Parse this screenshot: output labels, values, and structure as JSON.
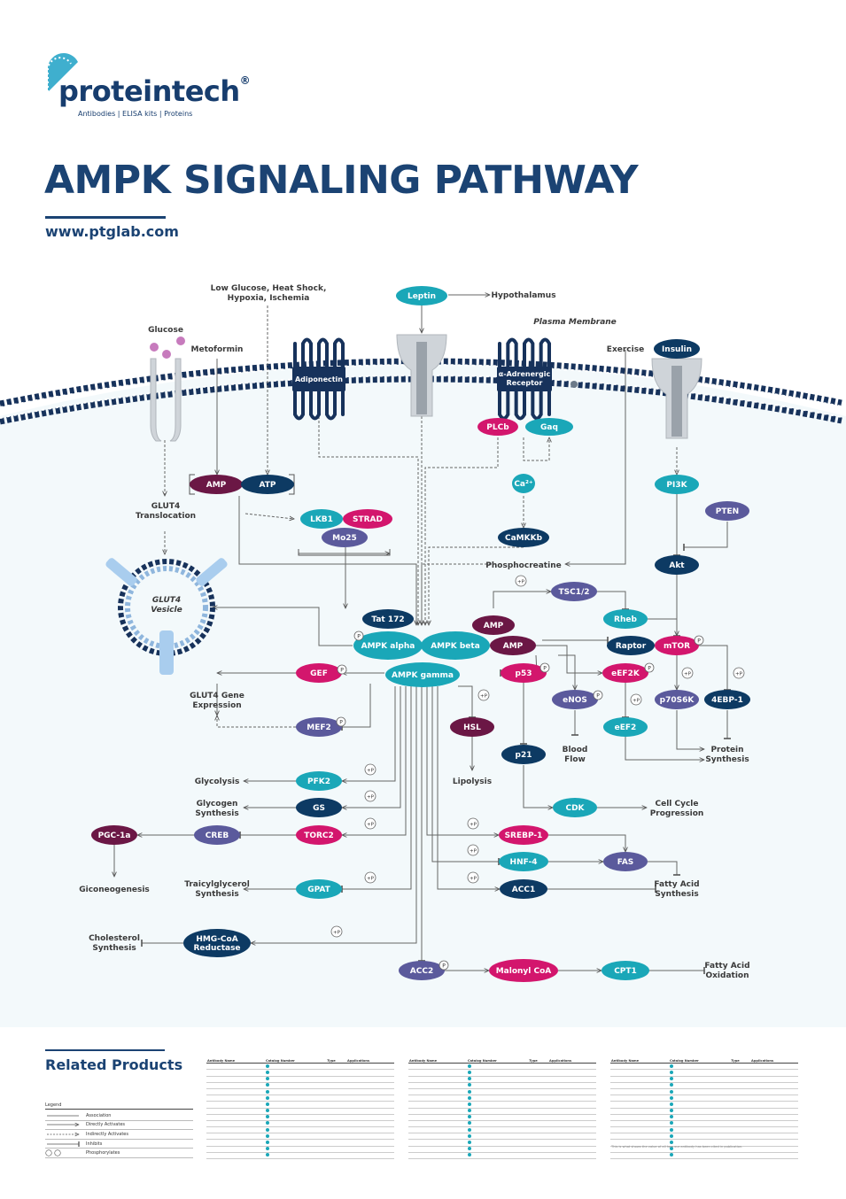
{
  "brand": {
    "name": "proteintech",
    "registered": "®",
    "tagline": "Antibodies  |  ELISA kits  |  Proteins"
  },
  "header": {
    "title": "AMPK SIGNALING PATHWAY",
    "url": "www.ptglab.com"
  },
  "colors": {
    "navy": "#0d3a63",
    "teal": "#1aa7b8",
    "magenta": "#d3166d",
    "purple": "#5b5a9c",
    "plum": "#6b1745",
    "membrane": "#17325b",
    "pale_bg": "#f3f9fb"
  },
  "diagram": {
    "text_labels": {
      "low_glucose": "Low Glucose, Heat Shock,\nHypoxia, Ischemia",
      "glucose": "Glucose",
      "metoformin": "Metoformin",
      "hypothalamus": "Hypothalamus",
      "plasma_membrane": "Plasma Membrane",
      "exercise": "Exercise",
      "glut4_translocation": "GLUT4\nTranslocation",
      "glut4_vesicle": "GLUT4\nVesicle",
      "phosphocreatine": "Phosphocreatine",
      "glut4_gene_expression": "GLUT4 Gene\nExpression",
      "blood_flow": "Blood\nFlow",
      "protein_synthesis": "Protein\nSynthesis",
      "lipolysis": "Lipolysis",
      "glycolysis": "Glycolysis",
      "glycogen_synthesis": "Glycogen\nSynthesis",
      "cell_cycle": "Cell Cycle\nProgression",
      "giconeogenesis": "Giconeogenesis",
      "tag_synthesis": "Traicylglycerol\nSynthesis",
      "fatty_acid_synthesis": "Fatty Acid\nSynthesis",
      "cholesterol_synthesis": "Cholesterol\nSynthesis",
      "fatty_acid_oxidation": "Fatty Acid\nOxidation"
    },
    "receptors": {
      "adiponectin": "Adiponectin",
      "alpha_adrenergic": "α-Adrenergic\nReceptor"
    },
    "phospho_label": "P",
    "plus_p_label": "+P",
    "nodes": [
      {
        "id": "leptin",
        "label": "Leptin",
        "color": "teal"
      },
      {
        "id": "insulin",
        "label": "Insulin",
        "color": "navy"
      },
      {
        "id": "plcb",
        "label": "PLCb",
        "color": "magenta"
      },
      {
        "id": "gaq",
        "label": "Gaq",
        "color": "teal"
      },
      {
        "id": "amp1",
        "label": "AMP",
        "color": "plum"
      },
      {
        "id": "atp",
        "label": "ATP",
        "color": "navy"
      },
      {
        "id": "ca",
        "label": "Ca²⁺",
        "color": "teal"
      },
      {
        "id": "pi3k",
        "label": "PI3K",
        "color": "teal"
      },
      {
        "id": "pten",
        "label": "PTEN",
        "color": "purple"
      },
      {
        "id": "lkb1",
        "label": "LKB1",
        "color": "teal"
      },
      {
        "id": "strad",
        "label": "STRAD",
        "color": "magenta"
      },
      {
        "id": "mo25",
        "label": "Mo25",
        "color": "purple"
      },
      {
        "id": "camkkb",
        "label": "CaMKKb",
        "color": "navy"
      },
      {
        "id": "akt",
        "label": "Akt",
        "color": "navy"
      },
      {
        "id": "tsc",
        "label": "TSC1/2",
        "color": "purple"
      },
      {
        "id": "rheb",
        "label": "Rheb",
        "color": "teal"
      },
      {
        "id": "tat172",
        "label": "Tat 172",
        "color": "navy"
      },
      {
        "id": "amp2",
        "label": "AMP",
        "color": "plum"
      },
      {
        "id": "amp3",
        "label": "AMP",
        "color": "plum"
      },
      {
        "id": "ampk_alpha",
        "label": "AMPK alpha",
        "color": "teal"
      },
      {
        "id": "ampk_beta",
        "label": "AMPK beta",
        "color": "teal"
      },
      {
        "id": "ampk_gamma",
        "label": "AMPK gamma",
        "color": "teal"
      },
      {
        "id": "raptor",
        "label": "Raptor",
        "color": "navy"
      },
      {
        "id": "mtor",
        "label": "mTOR",
        "color": "magenta"
      },
      {
        "id": "gef",
        "label": "GEF",
        "color": "magenta"
      },
      {
        "id": "p53",
        "label": "p53",
        "color": "magenta"
      },
      {
        "id": "eef2k",
        "label": "eEF2K",
        "color": "magenta"
      },
      {
        "id": "enos",
        "label": "eNOS",
        "color": "purple"
      },
      {
        "id": "p70s6k",
        "label": "p70S6K",
        "color": "purple"
      },
      {
        "id": "4ebp1",
        "label": "4EBP-1",
        "color": "navy"
      },
      {
        "id": "mef2",
        "label": "MEF2",
        "color": "purple"
      },
      {
        "id": "hsl",
        "label": "HSL",
        "color": "plum"
      },
      {
        "id": "eef2",
        "label": "eEF2",
        "color": "teal"
      },
      {
        "id": "p21",
        "label": "p21",
        "color": "navy"
      },
      {
        "id": "pfk2",
        "label": "PFK2",
        "color": "teal"
      },
      {
        "id": "gs",
        "label": "GS",
        "color": "navy"
      },
      {
        "id": "cdk",
        "label": "CDK",
        "color": "teal"
      },
      {
        "id": "pgc1a",
        "label": "PGC-1a",
        "color": "plum"
      },
      {
        "id": "creb",
        "label": "CREB",
        "color": "purple"
      },
      {
        "id": "torc2",
        "label": "TORC2",
        "color": "magenta"
      },
      {
        "id": "srebp1",
        "label": "SREBP-1",
        "color": "magenta"
      },
      {
        "id": "hnf4",
        "label": "HNF-4",
        "color": "teal"
      },
      {
        "id": "fas",
        "label": "FAS",
        "color": "purple"
      },
      {
        "id": "gpat",
        "label": "GPAT",
        "color": "teal"
      },
      {
        "id": "acc1",
        "label": "ACC1",
        "color": "navy"
      },
      {
        "id": "hmgcoa",
        "label": "HMG-CoA\nReductase",
        "color": "navy"
      },
      {
        "id": "acc2",
        "label": "ACC2",
        "color": "purple"
      },
      {
        "id": "malonyl",
        "label": "Malonyl CoA",
        "color": "magenta"
      },
      {
        "id": "cpt1",
        "label": "CPT1",
        "color": "teal"
      }
    ]
  },
  "related_products": {
    "title": "Related Products",
    "legend": {
      "title": "Legend",
      "items": [
        {
          "label": "Association",
          "style": "line"
        },
        {
          "label": "Directly Activates",
          "style": "arrow"
        },
        {
          "label": "Indirectly Activates",
          "style": "dashed-arrow"
        },
        {
          "label": "Inhibits",
          "style": "inhibit"
        },
        {
          "label": "Phosphorylates",
          "style": "phospho"
        }
      ]
    },
    "table_columns": [
      "Antibody Name",
      "Catalog Number",
      "Type",
      "Applications"
    ],
    "table_rows": 15,
    "footnote": "This is what shows the value of all how our antibody has been cited in publication."
  }
}
